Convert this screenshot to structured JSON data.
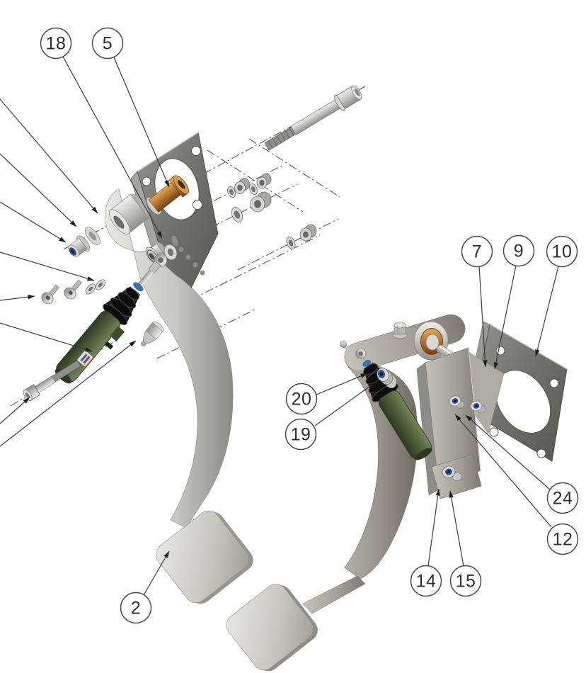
{
  "figure": {
    "kind": "exploded-parts-diagram",
    "callouts": {
      "n2": "2",
      "n5": "5",
      "n7": "7",
      "n9": "9",
      "n10": "10",
      "n12": "12",
      "n14": "14",
      "n15": "15",
      "n18": "18",
      "n19": "19",
      "n20": "20",
      "n24": "24"
    },
    "colors": {
      "background": "#ffffff",
      "line": "#3a3a3a",
      "balloon_stroke": "#4a4a4a",
      "balloon_text": "#2e2e2e",
      "bronze": "#b87a33",
      "bronze_dark": "#70430f",
      "olive": "#4f5d3a",
      "olive_dark": "#2f3a24",
      "bellows_black": "#191919",
      "pushrod_blue": "#3a72b0",
      "nylock_blue": "#2e4f9e",
      "steel_light": "#f0efec",
      "steel_mid": "#c2c1bd",
      "steel_dark": "#908f8a",
      "plate_gray": "#716f69",
      "pedal_warm": "#9d9890",
      "pad_light": "#eceae6"
    }
  }
}
